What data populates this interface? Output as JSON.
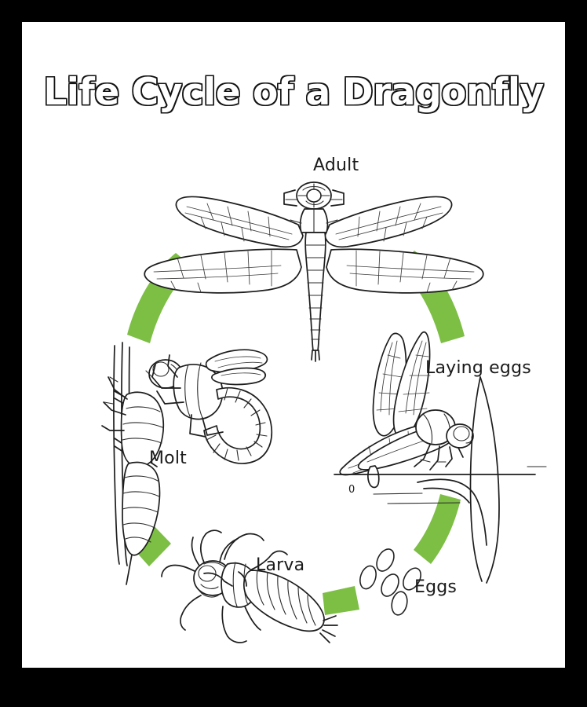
{
  "poster": {
    "title": "Life Cycle of a Dragonfly",
    "background_color": "#ffffff",
    "frame_color": "#000000",
    "arrow_color": "#7DBE45",
    "line_color": "#1d1d1d"
  },
  "diagram": {
    "type": "cycle",
    "direction": "clockwise",
    "stage_count": 5,
    "stages": [
      {
        "id": "adult",
        "label": "Adult",
        "position": "top"
      },
      {
        "id": "laying-eggs",
        "label": "Laying eggs",
        "position": "right"
      },
      {
        "id": "eggs",
        "label": "Eggs",
        "position": "bottom-right"
      },
      {
        "id": "larva",
        "label": "Larva",
        "position": "bottom-left"
      },
      {
        "id": "molt",
        "label": "Molt",
        "position": "left"
      }
    ],
    "arrows": [
      {
        "id": "arrow-molt-to-adult",
        "from": "molt",
        "to": "adult"
      },
      {
        "id": "arrow-adult-to-laying",
        "from": "adult",
        "to": "laying-eggs"
      },
      {
        "id": "arrow-laying-to-eggs",
        "from": "laying-eggs",
        "to": "eggs"
      },
      {
        "id": "arrow-eggs-to-larva",
        "from": "eggs",
        "to": "larva"
      },
      {
        "id": "arrow-larva-to-molt",
        "from": "larva",
        "to": "molt"
      }
    ]
  },
  "details": {
    "water_level_label": "0",
    "egg_count": 5
  }
}
